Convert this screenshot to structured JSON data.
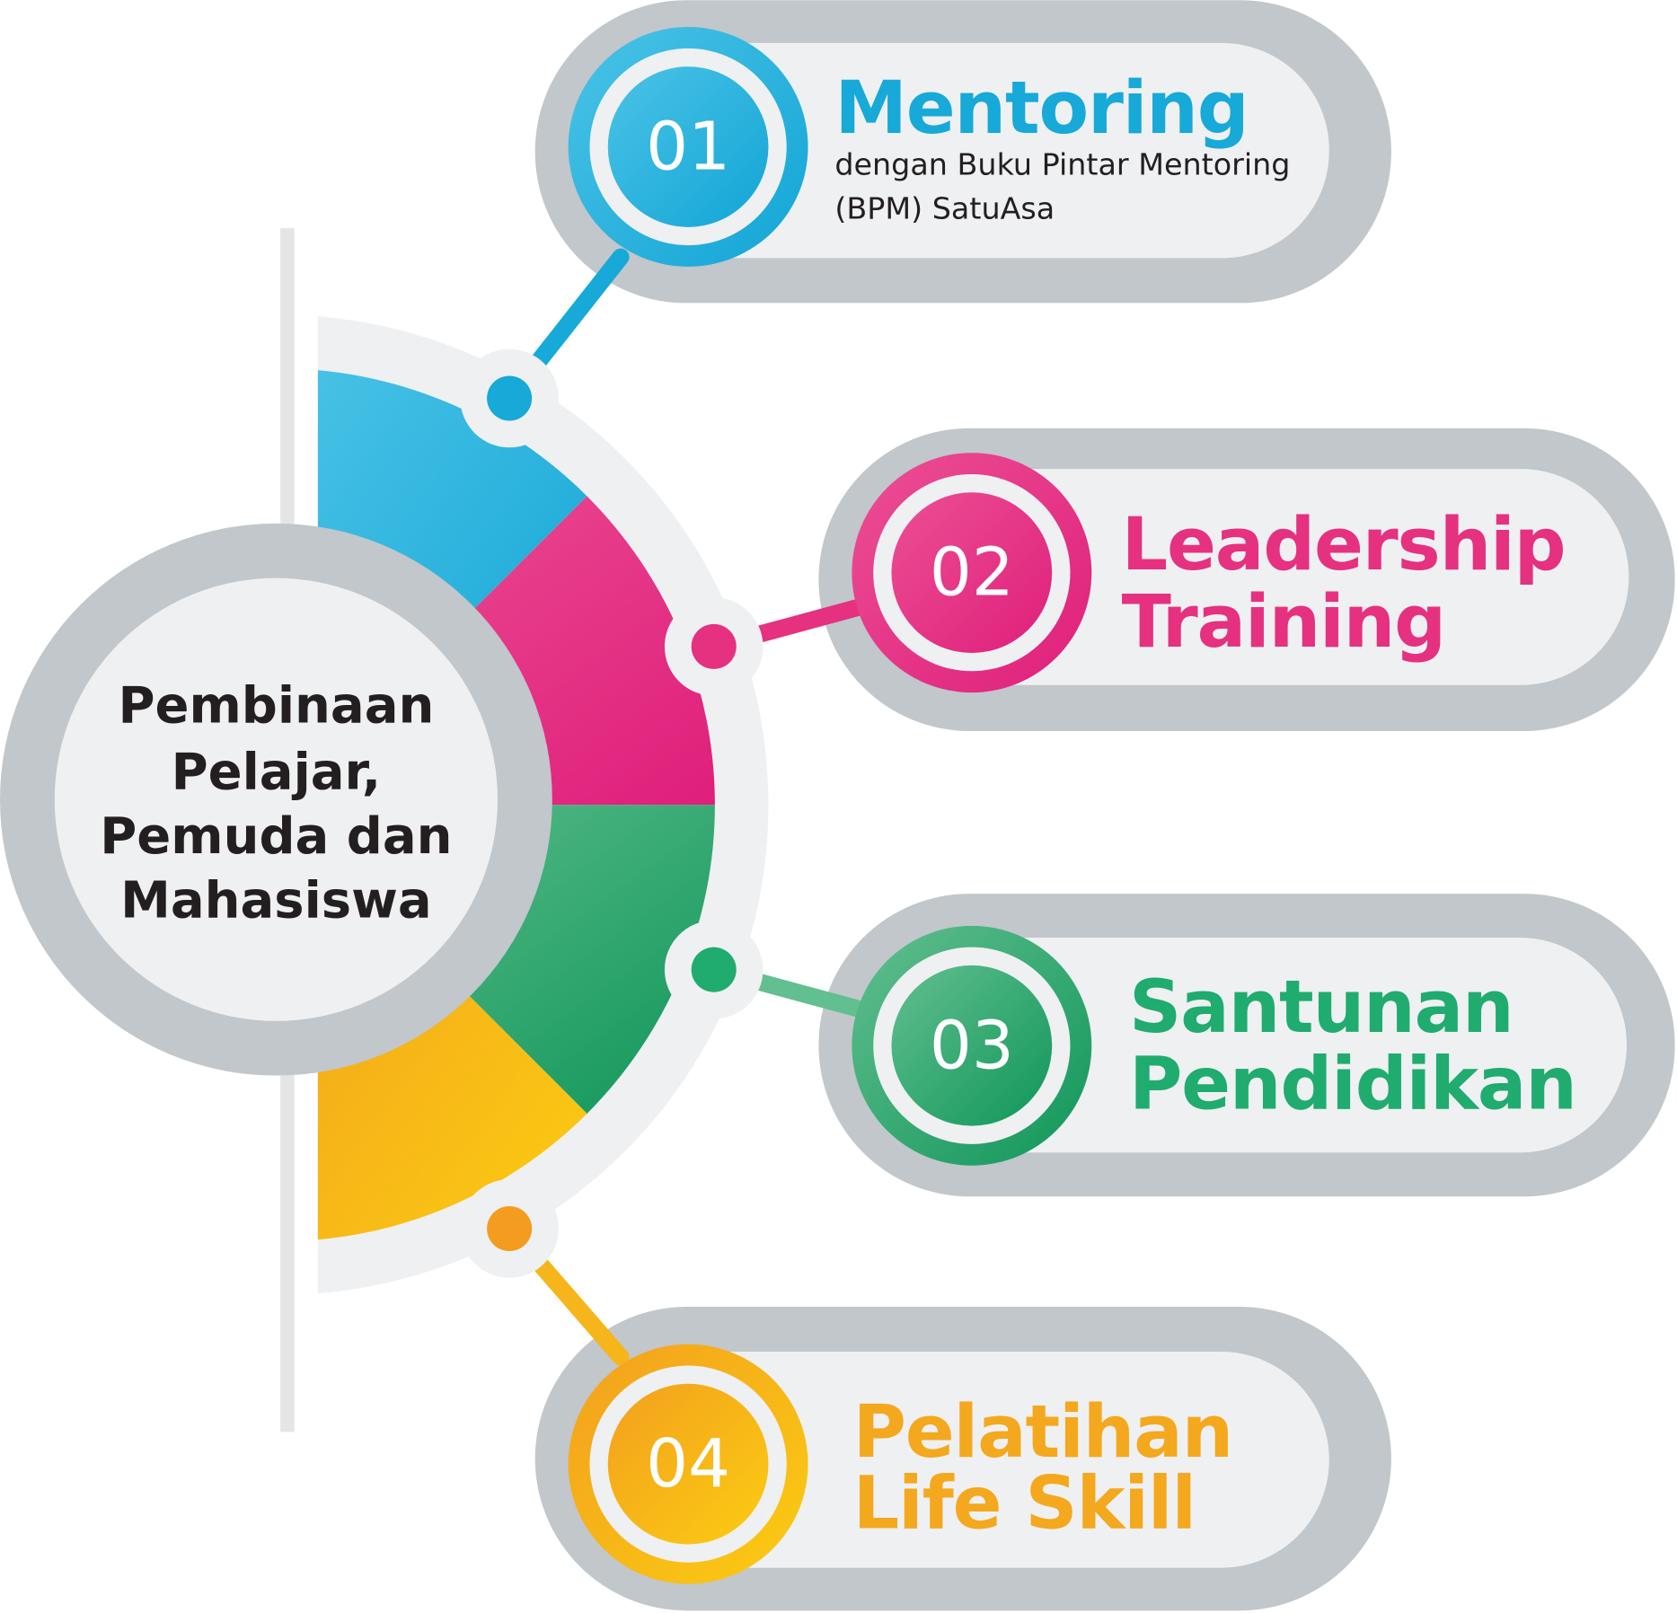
{
  "center": {
    "lines": [
      "Pembinaan",
      "Pelajar,",
      "Pemuda dan",
      "Mahasiswa"
    ]
  },
  "items": [
    {
      "number": "01",
      "title_lines": [
        "Mentoring"
      ],
      "subtitle_lines": [
        "dengan Buku Pintar Mentoring",
        "(BPM) SatuAsa"
      ],
      "color": "#17a9d8"
    },
    {
      "number": "02",
      "title_lines": [
        "Leadership",
        "Training"
      ],
      "color": "#e5317f"
    },
    {
      "number": "03",
      "title_lines": [
        "Santunan",
        "Pendidikan"
      ],
      "color": "#1fac6e"
    },
    {
      "number": "04",
      "title_lines": [
        "Pelatihan",
        "Life Skill"
      ],
      "color": "#f4a81d"
    }
  ],
  "colors": {
    "pill_outer": "#c1c7ca",
    "pill_inner": "#eff0f2",
    "text_dark": "#231f20"
  }
}
